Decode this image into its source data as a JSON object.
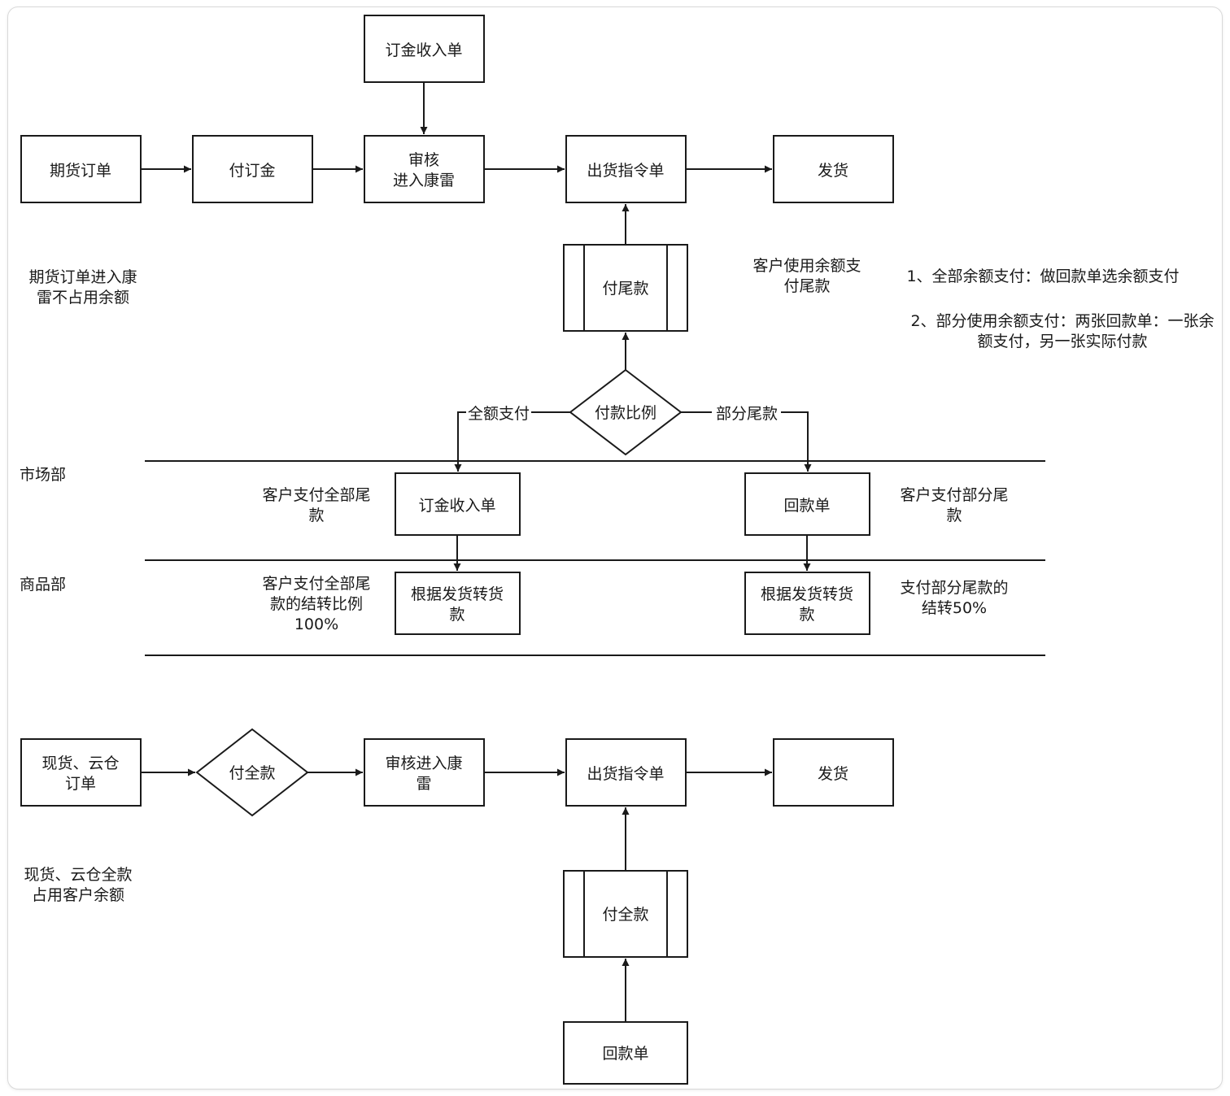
{
  "colors": {
    "stroke": "#1a1a1a",
    "background": "#ffffff",
    "frame": "#d9d9d9"
  },
  "flow1": {
    "deposit_receipt_top": "订金收入单",
    "futures_order": "期货订单",
    "pay_deposit": "付订金",
    "review_line1": "审核",
    "review_line2": "进入康雷",
    "shipping_order": "出货指令单",
    "ship": "发货",
    "pay_balance": "付尾款",
    "payment_ratio": "付款比例",
    "edge_full": "全额支付",
    "edge_partial": "部分尾款",
    "note_futures_line1": "期货订单进入康",
    "note_futures_line2": "雷不占用余额",
    "note_customer_balance_line1": "客户使用余额支",
    "note_customer_balance_line2": "付尾款",
    "note_rule1": "1、全部余额支付：做回款单选余额支付",
    "note_rule2_line1": "2、部分使用余额支付：两张回款单：一张余",
    "note_rule2_line2": "额支付，另一张实际付款"
  },
  "lanes": {
    "market": "市场部",
    "product": "商品部",
    "deposit_receipt": "订金收入单",
    "payment_receipt": "回款单",
    "transfer_full_line1": "根据发货转货",
    "transfer_full_line2": "款",
    "transfer_partial_line1": "根据发货转货",
    "transfer_partial_line2": "款",
    "note_pay_all_line1": "客户支付全部尾",
    "note_pay_all_line2": "款",
    "note_pay_part_line1": "客户支付部分尾",
    "note_pay_part_line2": "款",
    "note_ratio_all_line1": "客户支付全部尾",
    "note_ratio_all_line2": "款的结转比例",
    "note_ratio_all_line3": "100%",
    "note_ratio_part_line1": "支付部分尾款的",
    "note_ratio_part_line2": "结转50%"
  },
  "flow2": {
    "spot_order_line1": "现货、云仓",
    "spot_order_line2": "订单",
    "pay_full_diamond": "付全款",
    "review_line1": "审核进入康",
    "review_line2": "雷",
    "shipping_order": "出货指令单",
    "ship": "发货",
    "pay_full_process": "付全款",
    "payment_receipt": "回款单",
    "note_spot_line1": "现货、云仓全款",
    "note_spot_line2": "占用客户余额"
  }
}
